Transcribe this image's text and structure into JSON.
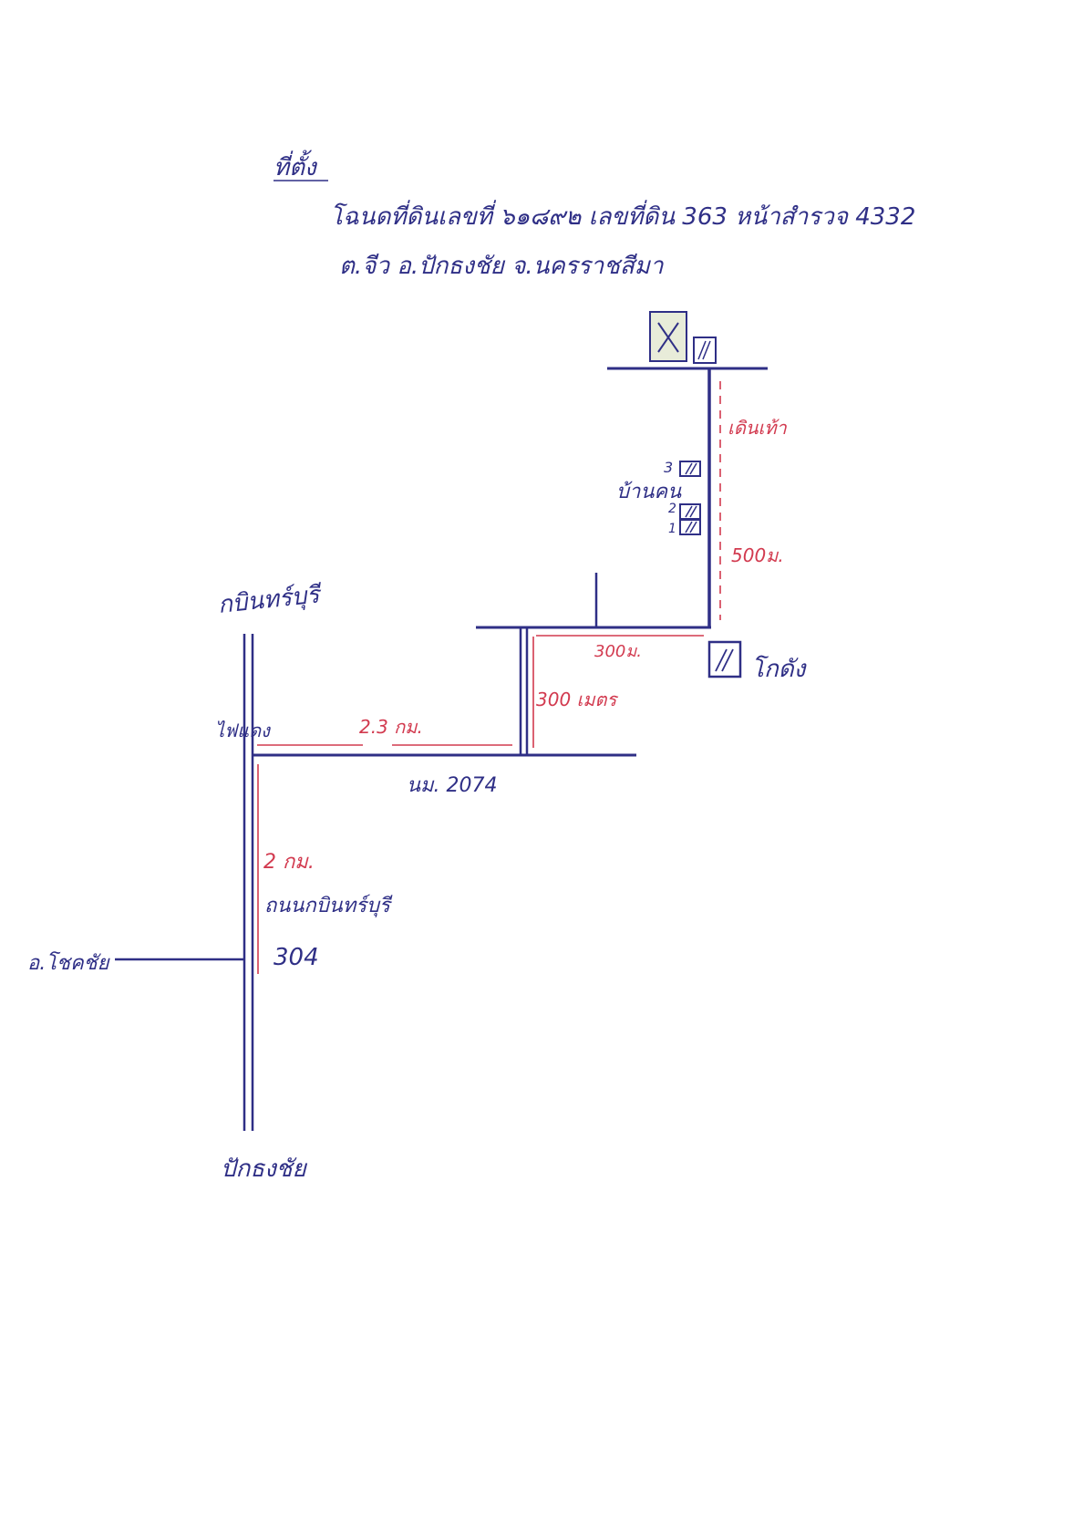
{
  "header": {
    "heading": "ที่ตั้ง",
    "line1": "โฉนดที่ดินเลขที่ ๖๑๘๙๒  เลขที่ดิน 363  หน้าสำรวจ 4332",
    "line2": "ต.จีว  อ.ปักธงชัย  จ.นครราชสีมา"
  },
  "labels": {
    "prachinburi_top": "กบินทร์บุรี",
    "pak_thong_chai_bottom": "ปักธงชัย",
    "chok_chai": "อ.โชคชัย",
    "traffic_light": "ไฟแดง",
    "road_304": "304",
    "road_304_name": "ถนนกบินทร์บุรี",
    "road_2074": "นม. 2074",
    "warehouse": "โกดัง",
    "houses": "บ้านคน",
    "walk": "เดินเท้า",
    "house_numbers": [
      "3",
      "2",
      "1"
    ]
  },
  "distances": {
    "d_2km": "2 กม.",
    "d_2_3km": "2.3 กม.",
    "d_300m_vertical": "300 เมตร",
    "d_300m": "300ม.",
    "d_500m": "500ม."
  },
  "colors": {
    "ink": "#2f2f86",
    "distance_ink": "#d23a4f",
    "target_fill": "#e8ecd9"
  }
}
